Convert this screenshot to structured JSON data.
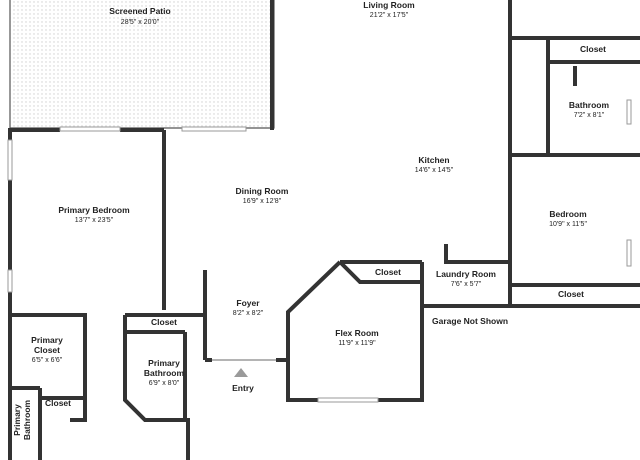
{
  "rooms": {
    "screened_patio": {
      "name": "Screened Patio",
      "dims": "28'5\" x 20'0\""
    },
    "living_room": {
      "name": "Living Room",
      "dims": "21'2\" x 17'5\""
    },
    "closet_top_right": {
      "name": "Closet"
    },
    "bathroom": {
      "name": "Bathroom",
      "dims": "7'2\" x 8'1\""
    },
    "kitchen": {
      "name": "Kitchen",
      "dims": "14'6\" x 14'5\""
    },
    "primary_bedroom": {
      "name": "Primary Bedroom",
      "dims": "13'7\" x 23'5\""
    },
    "dining_room": {
      "name": "Dining Room",
      "dims": "16'9\" x 12'8\""
    },
    "bedroom": {
      "name": "Bedroom",
      "dims": "10'9\" x 11'5\""
    },
    "closet_flex": {
      "name": "Closet"
    },
    "laundry_room": {
      "name": "Laundry Room",
      "dims": "7'6\" x 5'7\""
    },
    "closet_bedroom": {
      "name": "Closet"
    },
    "foyer": {
      "name": "Foyer",
      "dims": "8'2\" x 8'2\""
    },
    "closet_bath": {
      "name": "Closet"
    },
    "flex_room": {
      "name": "Flex Room",
      "dims": "11'9\" x 11'9\""
    },
    "primary_closet": {
      "name_line1": "Primary",
      "name_line2": "Closet",
      "dims": "6'5\" x 6'6\""
    },
    "primary_bathroom": {
      "name_line1": "Primary",
      "name_line2": "Bathroom",
      "dims": "6'9\" x 8'0\""
    },
    "closet_small": {
      "name": "Closet"
    },
    "primary_bathroom_small": {
      "name_line1": "Primary",
      "name_line2": "Bathroom"
    }
  },
  "notes": {
    "garage": "Garage Not Shown",
    "entry": "Entry"
  },
  "colors": {
    "wall": "#333333",
    "patio_dots": "#cfcfcf",
    "entry_arrow": "#9a9a9a"
  }
}
